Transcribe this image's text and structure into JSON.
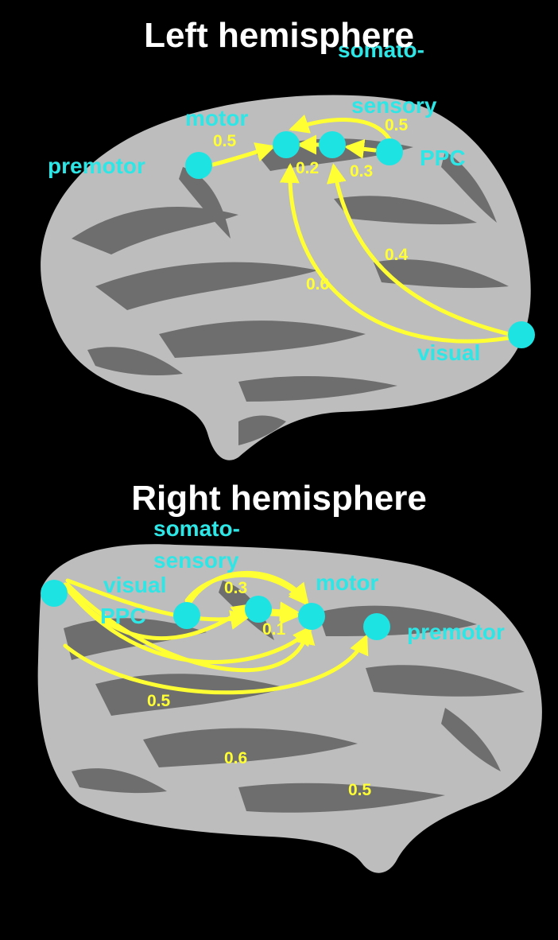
{
  "colors": {
    "background": "#000000",
    "node": "#1ee3e3",
    "node_label": "#2ee6e6",
    "arrow": "#ffff33",
    "weight": "#ffff33",
    "title": "#ffffff",
    "cortex_light": "#bdbdbd",
    "cortex_dark": "#6b6b6b"
  },
  "left": {
    "title": "Left hemisphere",
    "nodes": {
      "premotor": "premotor",
      "motor": "motor",
      "somatosensory_1": "somato-",
      "somatosensory_2": "sensory",
      "ppc": "PPC",
      "visual": "visual"
    },
    "edges": [
      {
        "from": "premotor",
        "to": "motor",
        "weight": "0.5"
      },
      {
        "from": "somatosensory",
        "to": "motor",
        "weight": "0.2"
      },
      {
        "from": "PPC",
        "to": "somatosensory",
        "weight": "0.3"
      },
      {
        "from": "PPC",
        "to": "motor",
        "weight": "0.5"
      },
      {
        "from": "visual",
        "to": "somatosensory",
        "weight": "0.4"
      },
      {
        "from": "visual",
        "to": "motor",
        "weight": "0.6"
      }
    ]
  },
  "right": {
    "title": "Right hemisphere",
    "nodes": {
      "premotor": "premotor",
      "motor": "motor",
      "somatosensory_1": "somato-",
      "somatosensory_2": "sensory",
      "ppc": "PPC",
      "visual": "visual"
    },
    "edges": [
      {
        "from": "PPC",
        "to": "motor",
        "weight": "0.3"
      },
      {
        "from": "somatosensory",
        "to": "motor",
        "weight": "0.1"
      },
      {
        "from": "visual",
        "to": "somatosensory",
        "weight": "0.5"
      },
      {
        "from": "visual",
        "to": "motor",
        "weight": "0.6"
      },
      {
        "from": "visual",
        "to": "premotor",
        "weight": "0.5"
      }
    ]
  }
}
